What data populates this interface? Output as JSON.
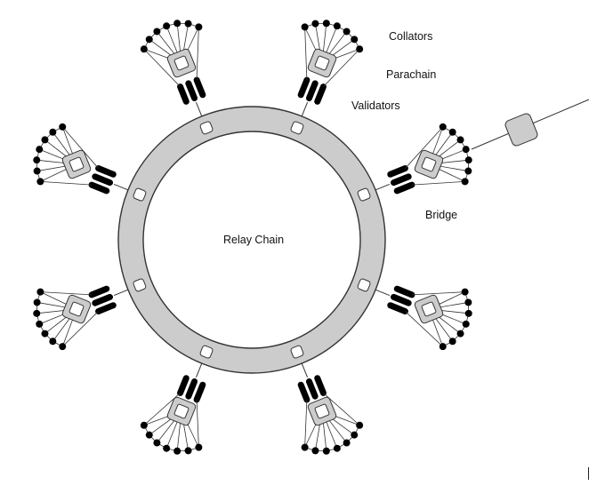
{
  "labels": {
    "collators": "Collators",
    "parachain": "Parachain",
    "validators": "Validators",
    "bridge": "Bridge",
    "relay_chain": "Relay Chain"
  },
  "colors": {
    "ring_fill": "#cccccc",
    "ring_stroke": "#333333",
    "parachain_fill": "#cccccc",
    "node_fill": "#000000",
    "line": "#333333",
    "background": "#ffffff"
  },
  "parachains": [
    {
      "id": "top-left"
    },
    {
      "id": "top-right"
    },
    {
      "id": "right-upper"
    },
    {
      "id": "right-lower"
    },
    {
      "id": "bottom-right"
    },
    {
      "id": "bottom-left"
    },
    {
      "id": "left-lower"
    },
    {
      "id": "left-upper"
    }
  ],
  "bridge": {
    "connected_to": "right-upper"
  }
}
